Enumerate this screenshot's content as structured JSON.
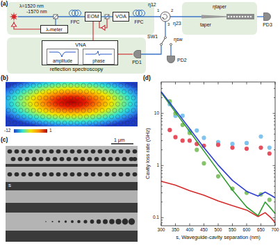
{
  "diagram": {
    "nodes": [
      {
        "text": [
          "EOM"
        ]
      },
      {
        "text": [
          "VOA"
        ]
      },
      {
        "text": [
          "λ-meter"
        ]
      },
      {
        "text": [
          "ηtaper",
          "taper"
        ]
      },
      {
        "text": [
          "PD3"
        ]
      },
      {
        "text": [
          "reflection spectroscopy"
        ]
      },
      {
        "text": [
          "VNA"
        ],
        "in": 5
      },
      {
        "text": [
          "amplitude"
        ],
        "in": 6
      },
      {
        "text": [
          "phase"
        ],
        "in": 6
      },
      {
        "text": [
          "PD1"
        ],
        "in": 5
      },
      {
        "text": [
          "PD2"
        ]
      }
    ],
    "edges": [
      {
        "from": 0,
        "to": 1,
        "arrow": "none"
      },
      {
        "from": 6,
        "to": 0,
        "arrow": "none"
      },
      {
        "from": 9,
        "to": 6,
        "arrow": "none"
      },
      {
        "from": 3,
        "to": 4,
        "arrow": "none"
      }
    ],
    "labels": [
      "(a)",
      "λ=1520 nm",
      "-1570 nm",
      "FPC",
      "FPC",
      "η12",
      "η23",
      "1",
      "2",
      "3",
      "SW1",
      "ηsw",
      "(b)",
      "-12",
      "1",
      "(c)",
      "1 μm",
      "s",
      "(d)",
      "Cavity loss rate (GHz)",
      "s, Waveguide-cavity separation (nm)",
      "300",
      "350",
      "400",
      "450",
      "500",
      "550",
      "600",
      "650",
      "700",
      "0.1",
      "1",
      "10"
    ]
  }
}
